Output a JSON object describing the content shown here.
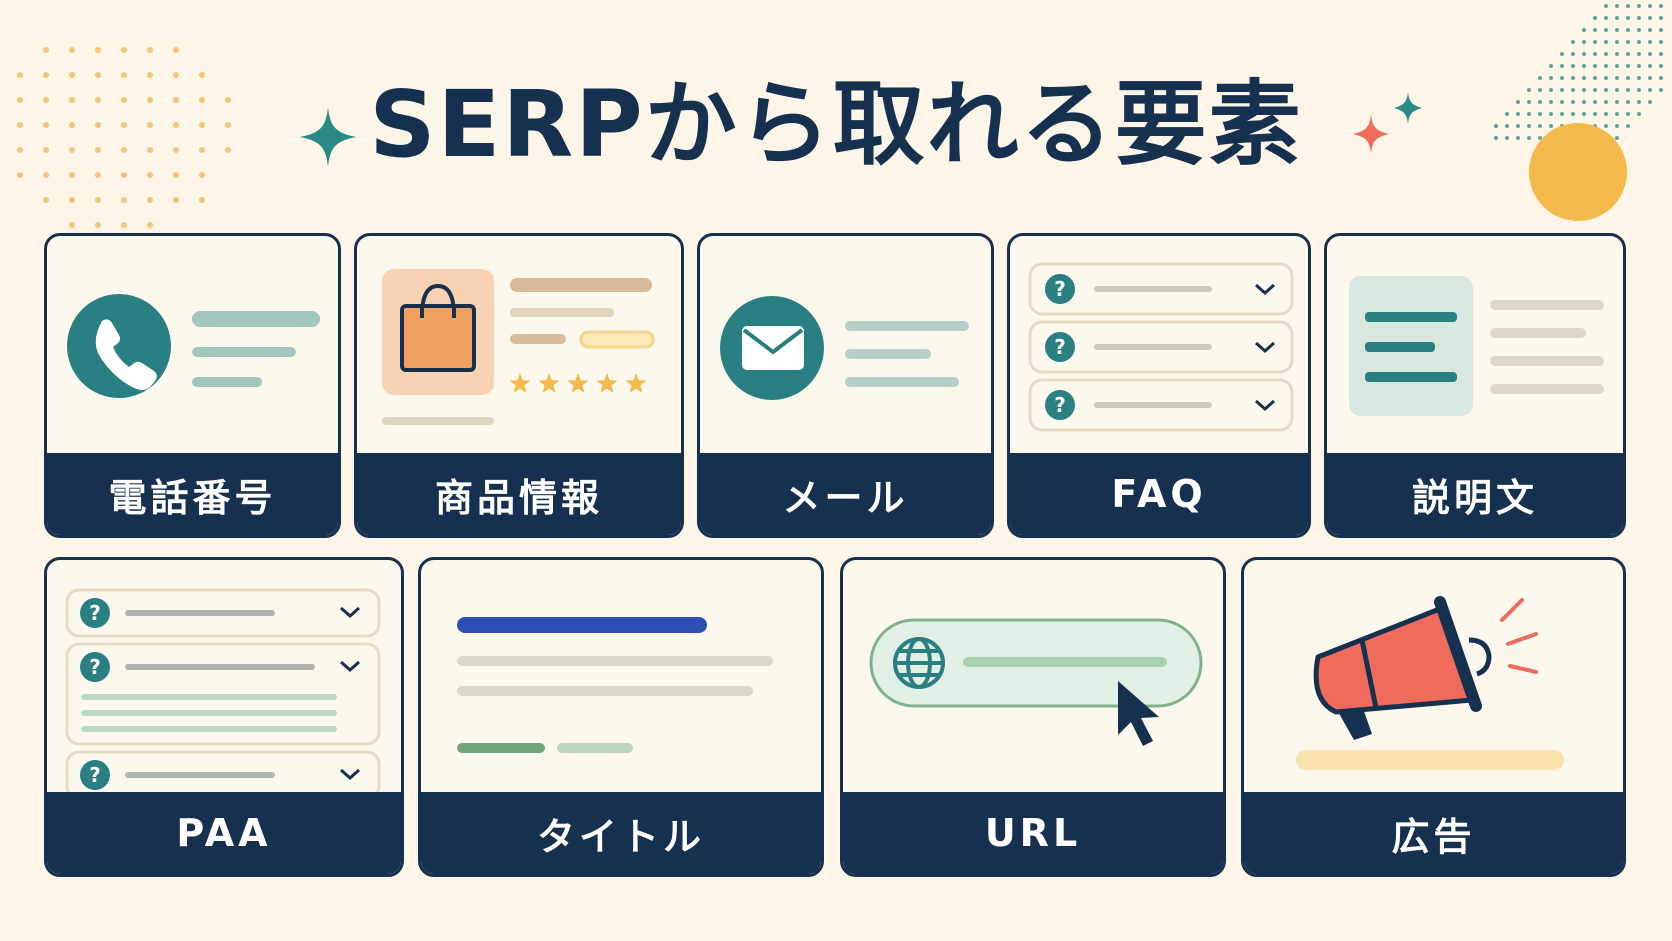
{
  "title": "SERPから取れる要素",
  "colors": {
    "background": "#fcf5e8",
    "navy": "#16304f",
    "teal": "#2a7f83",
    "orange": "#f0a060",
    "coral": "#ef6b5b",
    "gold": "#f3b94b",
    "blue": "#2f4fb5",
    "green": "#6fa479"
  },
  "cards": [
    {
      "label": "電話番号",
      "icon": "phone-icon"
    },
    {
      "label": "商品情報",
      "icon": "shopping-bag-icon",
      "rating_stars": 5
    },
    {
      "label": "メール",
      "icon": "envelope-icon"
    },
    {
      "label": "FAQ",
      "icon": "question-icon"
    },
    {
      "label": "説明文",
      "icon": "document-icon"
    },
    {
      "label": "PAA",
      "icon": "question-icon"
    },
    {
      "label": "タイトル",
      "icon": "search-result-icon"
    },
    {
      "label": "URL",
      "icon": "globe-icon"
    },
    {
      "label": "広告",
      "icon": "megaphone-icon"
    }
  ]
}
